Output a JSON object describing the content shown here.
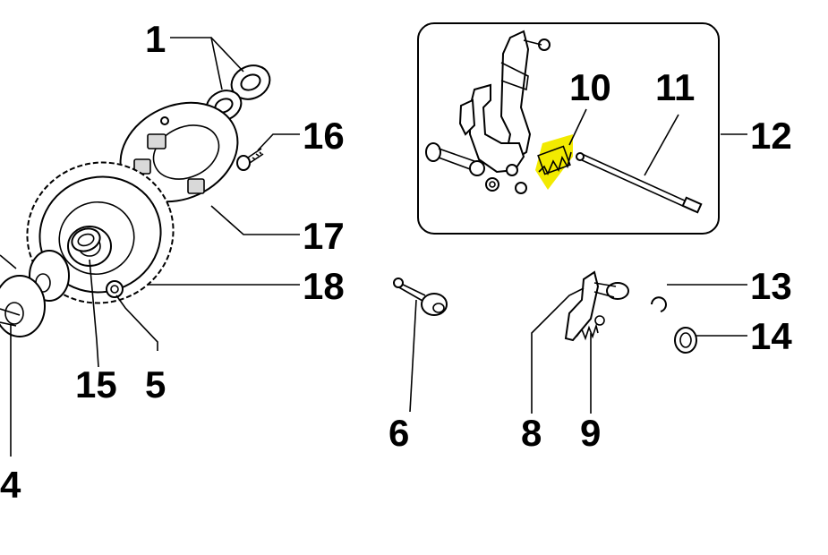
{
  "labels": {
    "n1": "1",
    "n4": "4",
    "n5": "5",
    "n6": "6",
    "n8": "8",
    "n9": "9",
    "n10": "10",
    "n11": "11",
    "n12": "12",
    "n13": "13",
    "n14": "14",
    "n15": "15",
    "n16": "16",
    "n17": "17",
    "n18": "18"
  },
  "colors": {
    "highlight": "#f2ea00",
    "line": "#000000",
    "background": "#ffffff"
  }
}
